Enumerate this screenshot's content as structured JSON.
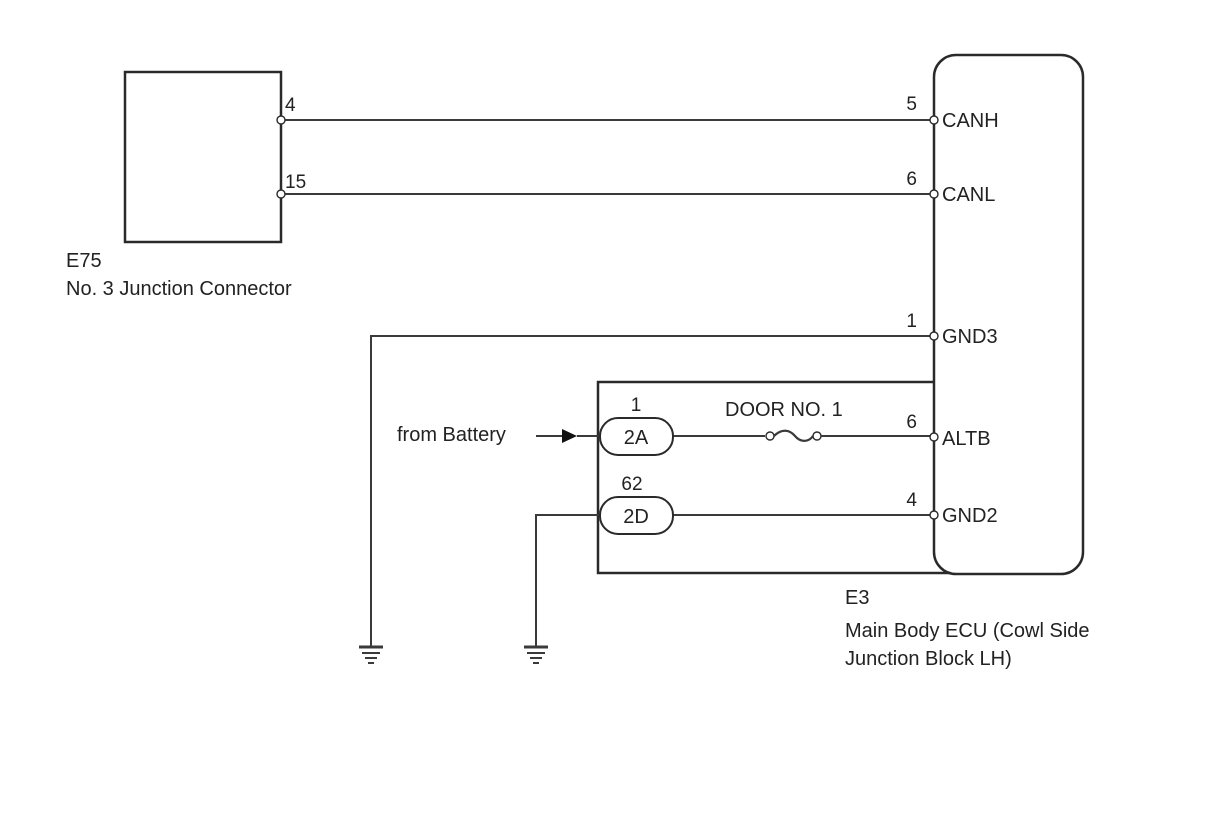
{
  "diagram": {
    "components": {
      "junction_connector": {
        "code": "E75",
        "name": "No. 3 Junction Connector",
        "pins": [
          {
            "number": "4"
          },
          {
            "number": "15"
          }
        ]
      },
      "ecu": {
        "code": "E3",
        "name_line1": "Main Body ECU (Cowl Side",
        "name_line2": "Junction Block LH)",
        "pins": [
          {
            "number": "5",
            "name": "CANH"
          },
          {
            "number": "6",
            "name": "CANL"
          },
          {
            "number": "1",
            "name": "GND3"
          },
          {
            "number": "6",
            "name": "ALTB"
          },
          {
            "number": "4",
            "name": "GND2"
          }
        ]
      },
      "junction_block_connectors": [
        {
          "label": "2A",
          "pin": "1"
        },
        {
          "label": "2D",
          "pin": "62"
        }
      ],
      "fuse": {
        "label": "DOOR NO. 1"
      }
    },
    "sources": {
      "battery_label": "from Battery"
    },
    "connections": [
      {
        "from": "E75-4",
        "to": "E3-5 CANH"
      },
      {
        "from": "E75-15",
        "to": "E3-6 CANL"
      },
      {
        "from": "E3-1 GND3",
        "to": "ground"
      },
      {
        "from": "Battery",
        "to": "2A-1",
        "via": "DOOR NO. 1 fuse",
        "end": "E3-6 ALTB"
      },
      {
        "from": "2D-62",
        "to": "ground",
        "end": "E3-4 GND2"
      }
    ]
  }
}
